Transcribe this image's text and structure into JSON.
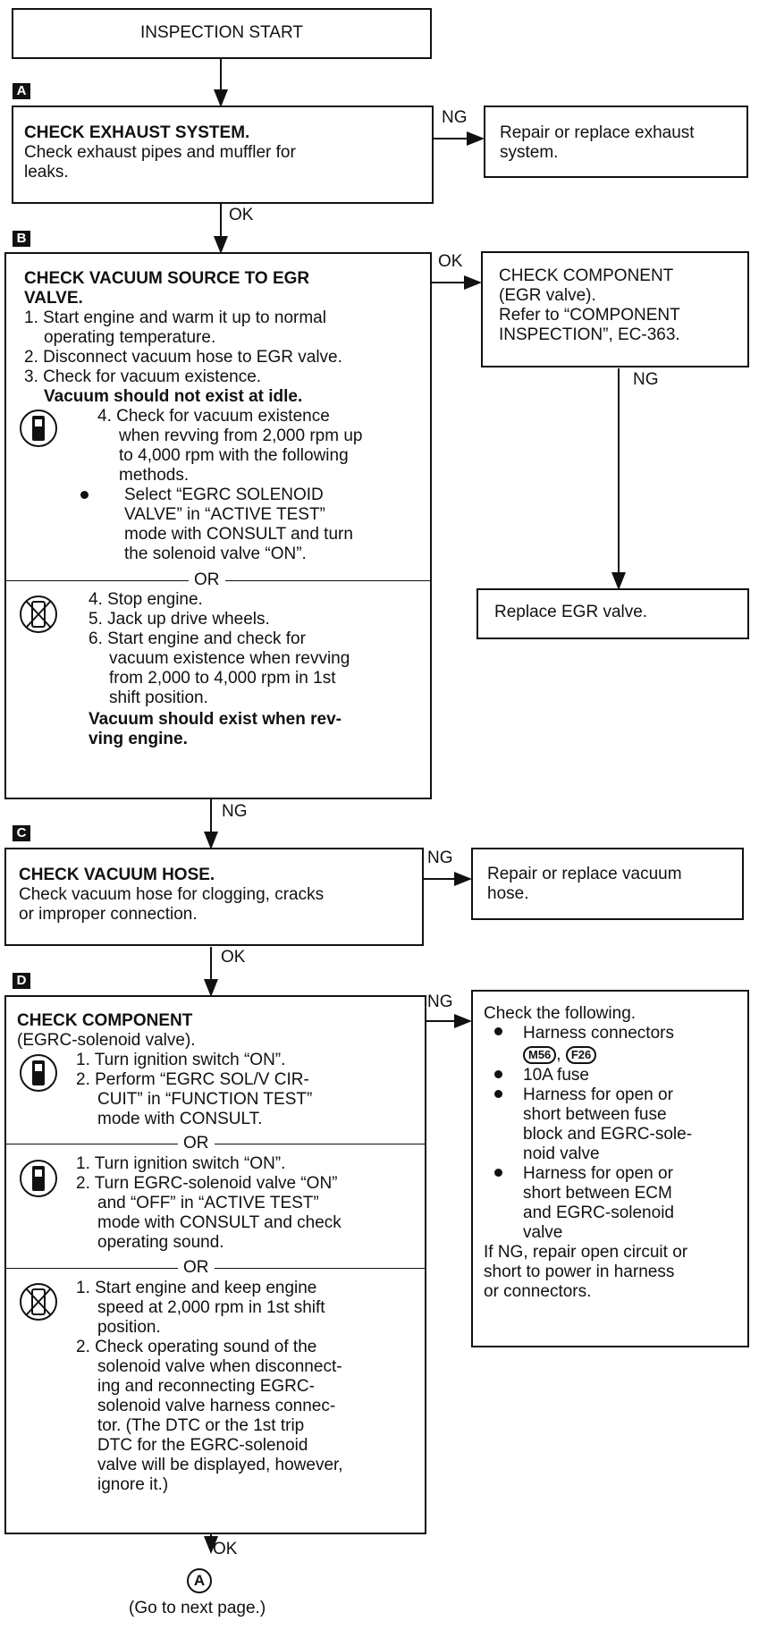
{
  "start": "INSPECTION START",
  "labels": {
    "ok": "OK",
    "ng": "NG"
  },
  "steps": [
    "A",
    "B",
    "C",
    "D"
  ],
  "sectionA": {
    "title": "CHECK EXHAUST SYSTEM.",
    "lines": [
      "Check exhaust pipes and muffler for",
      "leaks."
    ],
    "ng_action": [
      "Repair or replace exhaust",
      "system."
    ]
  },
  "sectionB": {
    "title": [
      "CHECK VACUUM SOURCE TO EGR",
      "VALVE."
    ],
    "lines": [
      "1. Start engine and warm it up to normal",
      "operating temperature.",
      "2. Disconnect vacuum hose to EGR valve.",
      "3. Check for vacuum existence."
    ],
    "bold1": "Vacuum should not exist at idle.",
    "consult_lines": [
      "4. Check for vacuum existence",
      "when revving from 2,000 rpm up",
      "to 4,000 rpm with the following",
      "methods."
    ],
    "bullet_lines": [
      "Select “EGRC SOLENOID",
      "VALVE” in “ACTIVE TEST”",
      "mode with CONSULT and turn",
      "the solenoid valve “ON”."
    ],
    "or": "OR",
    "alt_lines": [
      "4. Stop engine.",
      "5. Jack up drive wheels.",
      "6. Start engine and check for",
      "vacuum existence when revving",
      "from 2,000 to 4,000 rpm in 1st",
      "shift position."
    ],
    "bold2": [
      "Vacuum should exist when rev-",
      "ving engine."
    ],
    "ok_action": [
      "CHECK COMPONENT",
      "(EGR valve).",
      "Refer to “COMPONENT",
      "INSPECTION”, EC-363."
    ],
    "replace": "Replace EGR valve."
  },
  "sectionC": {
    "title": "CHECK VACUUM HOSE.",
    "lines": [
      "Check vacuum hose for clogging, cracks",
      "or improper connection."
    ],
    "ng_action": [
      "Repair or replace vacuum",
      "hose."
    ]
  },
  "sectionD": {
    "title": "CHECK COMPONENT",
    "subtitle": "(EGRC-solenoid valve).",
    "m1_lines": [
      "1. Turn ignition switch “ON”.",
      "2. Perform “EGRC SOL/V CIR-",
      "CUIT” in “FUNCTION TEST”",
      "mode with CONSULT."
    ],
    "or": "OR",
    "m2_lines": [
      "1. Turn ignition switch “ON”.",
      "2. Turn EGRC-solenoid valve “ON”",
      "and “OFF” in “ACTIVE TEST”",
      "mode with CONSULT and check",
      "operating sound."
    ],
    "m3_lines": [
      "1. Start engine and keep engine",
      "speed at 2,000 rpm in 1st shift",
      "position.",
      "2. Check operating sound of the",
      "solenoid valve when disconnect-",
      "ing and reconnecting EGRC-",
      "solenoid valve harness connec-",
      "tor. (The DTC or the 1st trip",
      "DTC for the EGRC-solenoid",
      "valve will be displayed, however,",
      "ignore it.)"
    ],
    "ng_action": {
      "intro": "Check the following.",
      "harness": "Harness connectors",
      "conn1": "M56",
      "conn2": "F26",
      "sep": ",",
      "fuse": "10A fuse",
      "item3": [
        "Harness for open or",
        "short between fuse",
        "block and EGRC-sole-",
        "noid valve"
      ],
      "item4": [
        "Harness for open or",
        "short between ECM",
        "and EGRC-solenoid",
        "valve"
      ],
      "tail": [
        "If NG, repair open circuit or",
        "short to power in harness",
        "or connectors."
      ]
    }
  },
  "end": {
    "marker": "A",
    "note": "(Go to next page.)"
  }
}
